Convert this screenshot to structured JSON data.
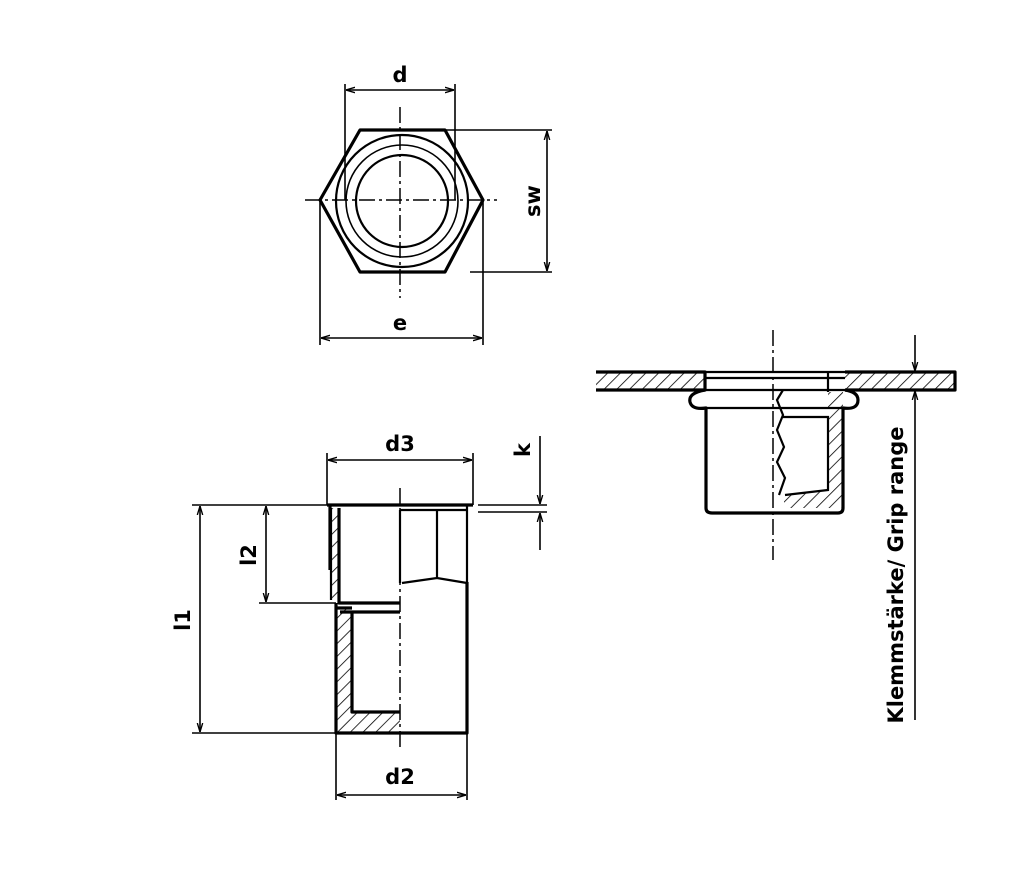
{
  "drawing": {
    "top_view": {
      "labels": {
        "d": "d",
        "sw": "sw",
        "e": "e"
      }
    },
    "side_view": {
      "labels": {
        "d3": "d3",
        "k": "k",
        "l2": "l2",
        "l1": "l1",
        "d2": "d2"
      }
    },
    "installed_view": {
      "grip_label": "Klemmstärke/ Grip range"
    }
  },
  "colors": {
    "line": "#000000",
    "background": "#ffffff"
  }
}
